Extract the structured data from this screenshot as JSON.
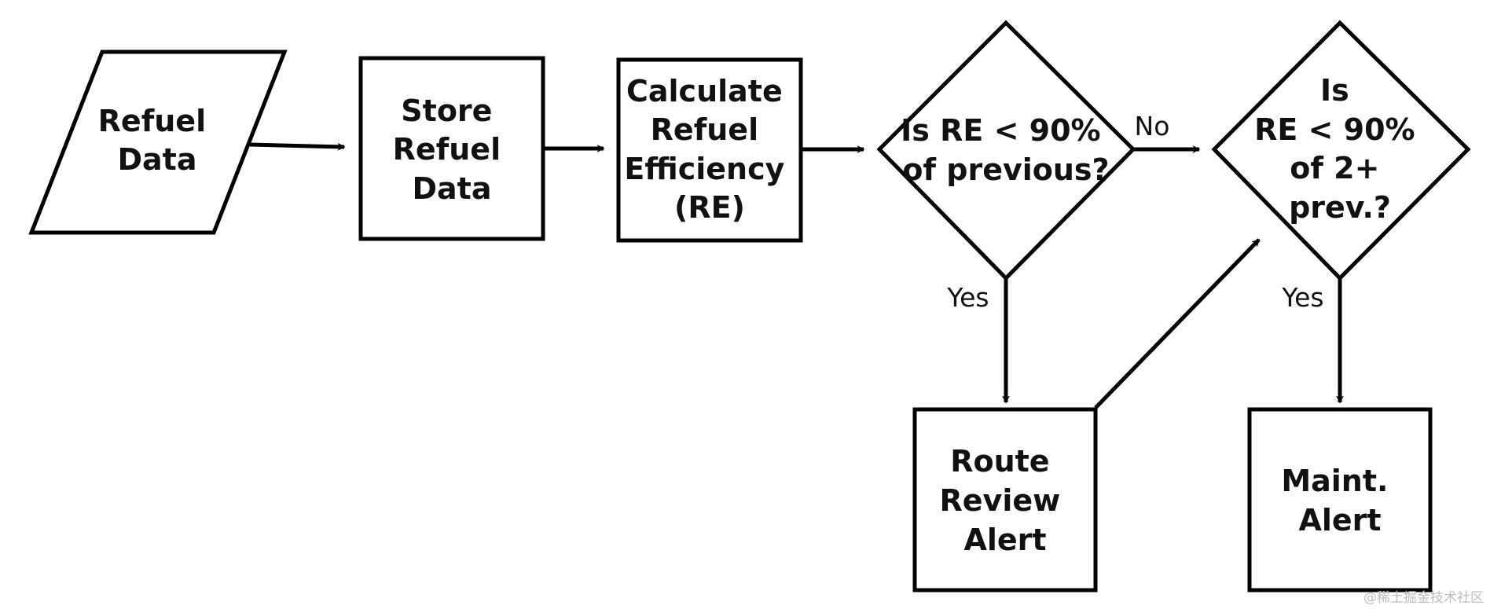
{
  "diagram": {
    "nodes": [
      {
        "id": "refuel-data",
        "shape": "parallelogram",
        "lines": [
          "Refuel",
          "Data"
        ]
      },
      {
        "id": "store-refuel-data",
        "shape": "rectangle",
        "lines": [
          "Store",
          "Refuel",
          "Data"
        ]
      },
      {
        "id": "calculate-re",
        "shape": "rectangle",
        "lines": [
          "Calculate",
          "Refuel",
          "Efficiency",
          "(RE)"
        ]
      },
      {
        "id": "decision-previous",
        "shape": "diamond",
        "lines": [
          "Is RE < 90%",
          "of previous?"
        ]
      },
      {
        "id": "decision-two-previous",
        "shape": "diamond",
        "lines": [
          "Is",
          "RE < 90%",
          "of 2+",
          "prev.?"
        ]
      },
      {
        "id": "route-review-alert",
        "shape": "rectangle",
        "lines": [
          "Route",
          "Review",
          "Alert"
        ]
      },
      {
        "id": "maint-alert",
        "shape": "rectangle",
        "lines": [
          "Maint.",
          "Alert"
        ]
      }
    ],
    "edges": [
      {
        "from": "refuel-data",
        "to": "store-refuel-data",
        "label": ""
      },
      {
        "from": "store-refuel-data",
        "to": "calculate-re",
        "label": ""
      },
      {
        "from": "calculate-re",
        "to": "decision-previous",
        "label": ""
      },
      {
        "from": "decision-previous",
        "to": "decision-two-previous",
        "label": "No"
      },
      {
        "from": "decision-previous",
        "to": "route-review-alert",
        "label": "Yes"
      },
      {
        "from": "route-review-alert",
        "to": "decision-two-previous",
        "label": ""
      },
      {
        "from": "decision-two-previous",
        "to": "maint-alert",
        "label": "Yes"
      }
    ]
  },
  "watermark": "@稀土掘金技术社区"
}
